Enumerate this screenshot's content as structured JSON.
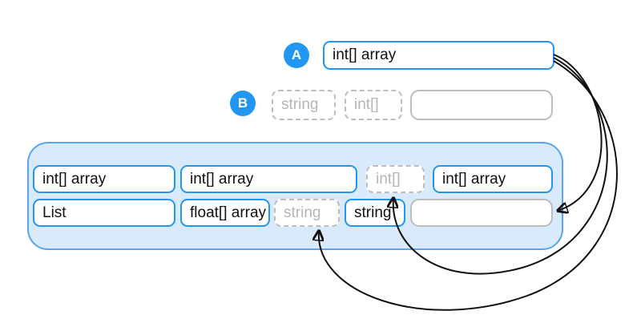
{
  "diagram": {
    "legend": {
      "a_label": "A",
      "b_label": "B"
    },
    "row_a": {
      "box1": {
        "text": "int[] array"
      }
    },
    "row_b": {
      "box1": {
        "text": "string"
      },
      "box2": {
        "text": "int[]"
      },
      "box3": {
        "text": ""
      }
    },
    "container": {
      "row1": {
        "box1": {
          "text": "int[] array"
        },
        "box2": {
          "text": "int[] array"
        },
        "box3": {
          "text": "int[]"
        },
        "box4": {
          "text": "int[] array"
        }
      },
      "row2": {
        "box1": {
          "text": "List"
        },
        "box2": {
          "text": "float[] array"
        },
        "box3": {
          "text": "string"
        },
        "box4": {
          "text": "string"
        },
        "box5": {
          "text": ""
        }
      }
    },
    "arrows": [
      {
        "from": "row-a-box",
        "to": "container-row2-empty-box"
      },
      {
        "from": "row-a-box",
        "to": "container-row1-dashed-int-box"
      },
      {
        "from": "row-a-box",
        "to": "container-row2-dashed-string-box"
      }
    ],
    "colors": {
      "accent_blue": "#2196f3",
      "container_fill": "#d8eafc",
      "container_border": "#5aa5f2",
      "gray_border": "#bdbdbd",
      "gray_text": "#b5b5b5",
      "arrow": "#111111"
    }
  }
}
